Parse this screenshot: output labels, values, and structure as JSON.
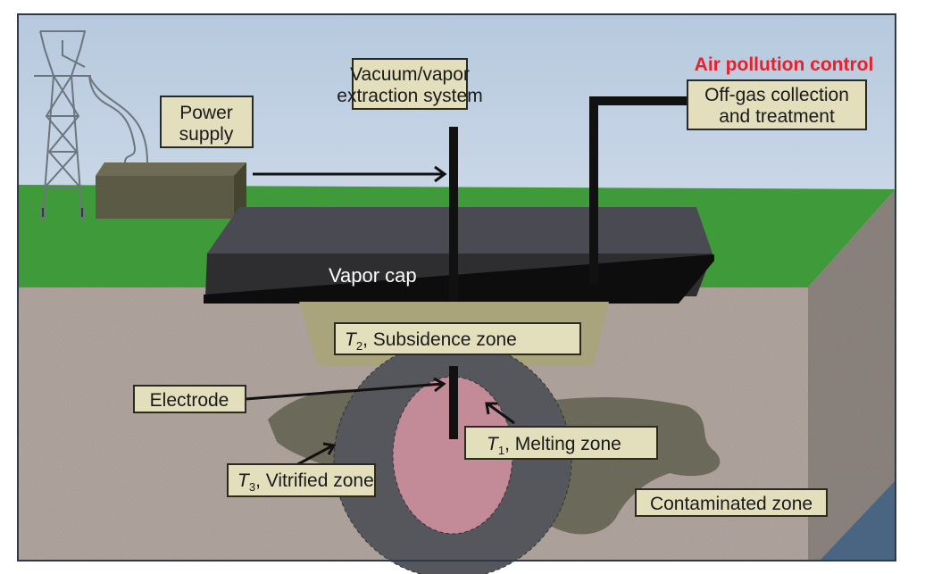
{
  "labels": {
    "air_pollution_control": "Air pollution control",
    "off_gas_line1": "Off-gas collection",
    "off_gas_line2": "and treatment",
    "vacuum_line1": "Vacuum/vapor",
    "vacuum_line2": "extraction system",
    "power_line1": "Power",
    "power_line2": "supply",
    "vapor_cap": "Vapor cap",
    "subsidence_var": "T",
    "subsidence_sub": "2",
    "subsidence_text": ", Subsidence zone",
    "electrode": "Electrode",
    "melting_var": "T",
    "melting_sub": "1",
    "melting_text": ", Melting zone",
    "vitrified_var": "T",
    "vitrified_sub": "3",
    "vitrified_text": ", Vitrified zone",
    "contaminated": "Contaminated zone"
  },
  "colors": {
    "accent_red": "#e8202a",
    "label_fill": "#e3dfbd",
    "grass": "#3f9a3a",
    "soil": "#b3a7a0",
    "vapor_cap": "#2e2e31",
    "subsidence": "#a9a47c",
    "vitrified": "#55575c",
    "melting": "#c38a98",
    "contaminated": "#706e5d"
  }
}
